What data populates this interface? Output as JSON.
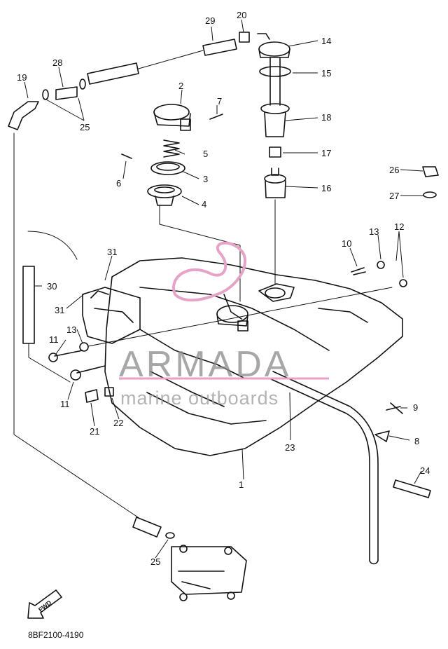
{
  "diagram_code": "8BF2100-4190",
  "watermark": {
    "title": "ARMADA",
    "subtitle": "marine outboards",
    "accent_color": "#e6a3c7",
    "text_color": "#8a8a8a"
  },
  "direction_arrow": "FWD",
  "part_labels": [
    "1",
    "2",
    "3",
    "4",
    "5",
    "6",
    "7",
    "8",
    "9",
    "10",
    "11",
    "11",
    "12",
    "13",
    "13",
    "14",
    "15",
    "16",
    "17",
    "18",
    "19",
    "20",
    "21",
    "22",
    "23",
    "24",
    "25",
    "25",
    "26",
    "27",
    "28",
    "29",
    "30",
    "31",
    "31"
  ]
}
